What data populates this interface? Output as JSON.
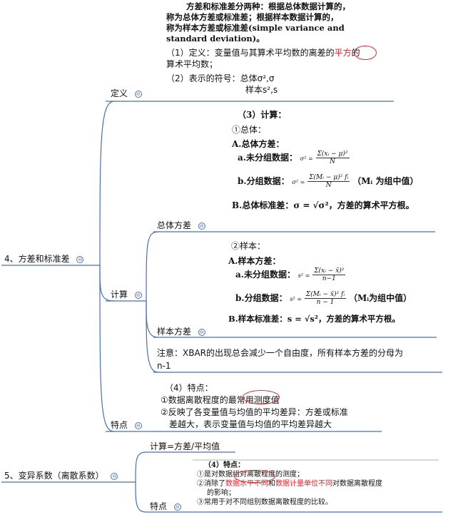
{
  "mindmap": {
    "node4": "4、方差和标准差",
    "node5": "5、变异系数（离散系数）",
    "definition": "定义",
    "compute": "计算",
    "features": "特点",
    "population_variance": "总体方差",
    "sample_variance": "样本方差",
    "cv_compute": "计算=方差/平均值",
    "cv_features": "特点",
    "collapse_symbol": "⊖"
  },
  "definition_block": {
    "para1": "方差和标准差分两种：根据总体数据计算的，",
    "para2": "称为总体方差或标准差；根据样本数据计算的，",
    "para3": "称为样本方差或标准差(simple variance and",
    "para4": "standard deviation)。",
    "item1_a": "（1）定义：变量值与其算术平均数的离差的",
    "item1_red": "平方",
    "item1_b": "的",
    "item1_c": "算术平均数；",
    "item2": "（2）表示的符号：总体σ²,σ",
    "item2b": "样本s²,s"
  },
  "calc_population": {
    "heading": "（3）计算：",
    "sub": "①总体：",
    "a_title": "A.总体方差：",
    "a1_label": "a.未分组数据：",
    "a1_lhs": "σ² =",
    "a1_num": "Σ(xᵢ − μ)²",
    "a1_den": "N",
    "b1_label": "b.分组数据：",
    "b1_lhs": "σ² =",
    "b1_num": "Σ(Mᵢ − μ)² fᵢ",
    "b1_den": "N",
    "b1_note": "（Mᵢ 为组中值）",
    "b_title": "B.总体标准差：σ = √σ²，方差的算术平方根。"
  },
  "calc_sample": {
    "sub": "②样本：",
    "a_title": "A.样本方差：",
    "a1_label": "a.未分组数据：",
    "a1_lhs": "s² =",
    "a1_num": "Σ(xᵢ − x̄)²",
    "a1_den": "n−1",
    "b1_label": "b.分组数据：",
    "b1_lhs": "s² =",
    "b1_num": "Σ(Mᵢ − x̄)² fᵢ",
    "b1_den": "n − 1",
    "b1_note": "（Mᵢ为组中值）",
    "b_title": "B.样本标准差：s = √s²，方差的算术平方根。"
  },
  "note": {
    "line1": "注意：XBAR的出现总会减少一个自由度，所有样本方差的分母为",
    "line2": "n-1"
  },
  "features_block": {
    "heading": "（4）特点：",
    "item1": "①数据离散程度的最常用测度值",
    "item2": "②反映了各变量值与均值的平均差异：方差或标准",
    "item2b": "差越大，表示变量值与均值的平均差异越大"
  },
  "cv_features_block": {
    "heading": "（4）特点：",
    "item1": "①是对数据组对离散程度的测度；",
    "item2_a": "②消除了",
    "item2_red1": "数据水平不同",
    "item2_b": "和",
    "item2_red2": "数据计量单位不同",
    "item2_c": "对数据离散程度",
    "item2_d": "的影响；",
    "item3": "③常用于对不同组别数据离散程度的比较。"
  },
  "colors": {
    "connector": "#4a6fb5",
    "underline": "#4a6fb5",
    "highlight": "#e0242b"
  }
}
